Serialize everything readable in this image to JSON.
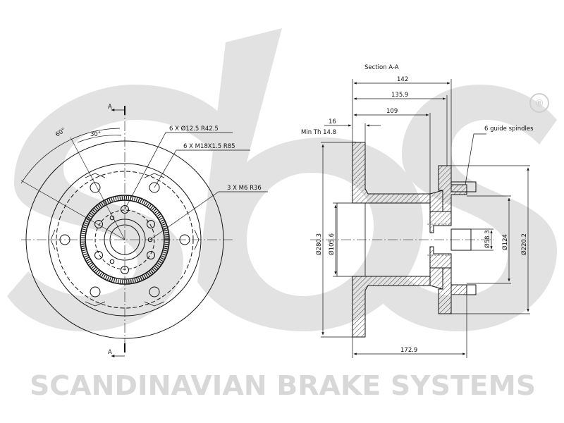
{
  "watermark": {
    "logo_text": "sbs",
    "company": "SCANDINAVIAN BRAKE SYSTEMS",
    "registered": "®",
    "logo_color": "#dcdcdc"
  },
  "front_view": {
    "section_mark_top": "A",
    "section_mark_bottom": "A",
    "angle_60": "60°",
    "angle_30": "30°",
    "hole_callout_1": "6 X Ø12.5   R42.5",
    "hole_callout_2": "6 X M18X1.5   R85",
    "hole_callout_3": "3 X M6   R36"
  },
  "section_view": {
    "title": "Section A-A",
    "dim_142": "142",
    "dim_135_9": "135.9",
    "dim_109": "109",
    "dim_16": "16",
    "min_th": "Min Th  14.8",
    "guide_spindles": "6 guide spindles",
    "dia_280_3": "Ø280.3",
    "dia_105_6": "Ø105.6",
    "dia_58_3": "Ø58.3",
    "dia_124": "Ø124",
    "dia_220_2": "Ø220.2",
    "dim_172_9": "172.9"
  }
}
